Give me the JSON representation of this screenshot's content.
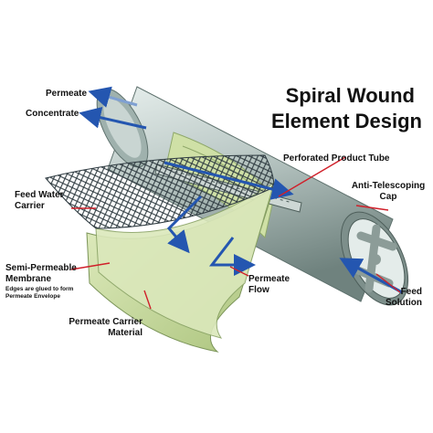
{
  "title": {
    "line1": "Spiral Wound",
    "line2": "Element Design"
  },
  "labels": {
    "permeate": "Permeate",
    "concentrate": "Concentrate",
    "perforated_tube": "Perforated Product Tube",
    "anti_telescoping_1": "Anti-Telescoping",
    "anti_telescoping_2": "Cap",
    "feed_water_carrier_1": "Feed Water",
    "feed_water_carrier_2": "Carrier",
    "semi_permeable_1": "Semi-Permeable",
    "semi_permeable_2": "Membrane",
    "edges_note_1": "Edges are glued to form",
    "edges_note_2": "Permeate Envelope",
    "permeate_flow_1": "Permeate",
    "permeate_flow_2": "Flow",
    "permeate_carrier_1": "Permeate Carrier",
    "permeate_carrier_2": "Material",
    "feed_solution_1": "Feed",
    "feed_solution_2": "Solution"
  },
  "colors": {
    "tube_body": "#b9c7c4",
    "tube_dark": "#7f9490",
    "carrier_mesh": "#2e3a40",
    "membrane_green": "#c9dca0",
    "arrow_blue": "#2456b0",
    "leader_red": "#d0202a"
  }
}
